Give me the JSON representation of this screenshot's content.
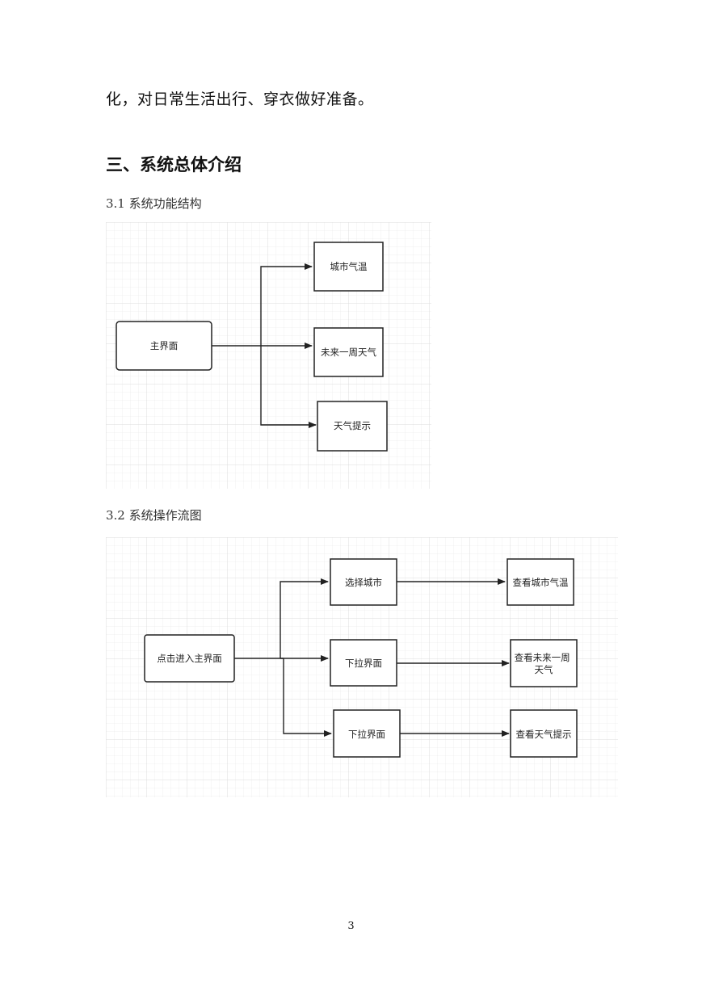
{
  "intro_text": "化，对日常生活出行、穿衣做好准备。",
  "section_heading": "三、系统总体介绍",
  "structure": {
    "caption": "3.1 系统功能结构",
    "root": "主界面",
    "children": [
      "城市气温",
      "未来一周天气",
      "天气提示"
    ]
  },
  "flow": {
    "caption": "3.2 系统操作流图",
    "start": "点击进入主界面",
    "steps": [
      "选择城市",
      "下拉界面",
      "下拉界面"
    ],
    "results": [
      "查看城市气温",
      "查看未来一周天气",
      "查看天气提示"
    ],
    "result_lines": [
      [
        "查看城市气温"
      ],
      [
        "查看未来一周",
        "天气"
      ],
      [
        "查看天气提示"
      ]
    ]
  },
  "page_number": "3"
}
